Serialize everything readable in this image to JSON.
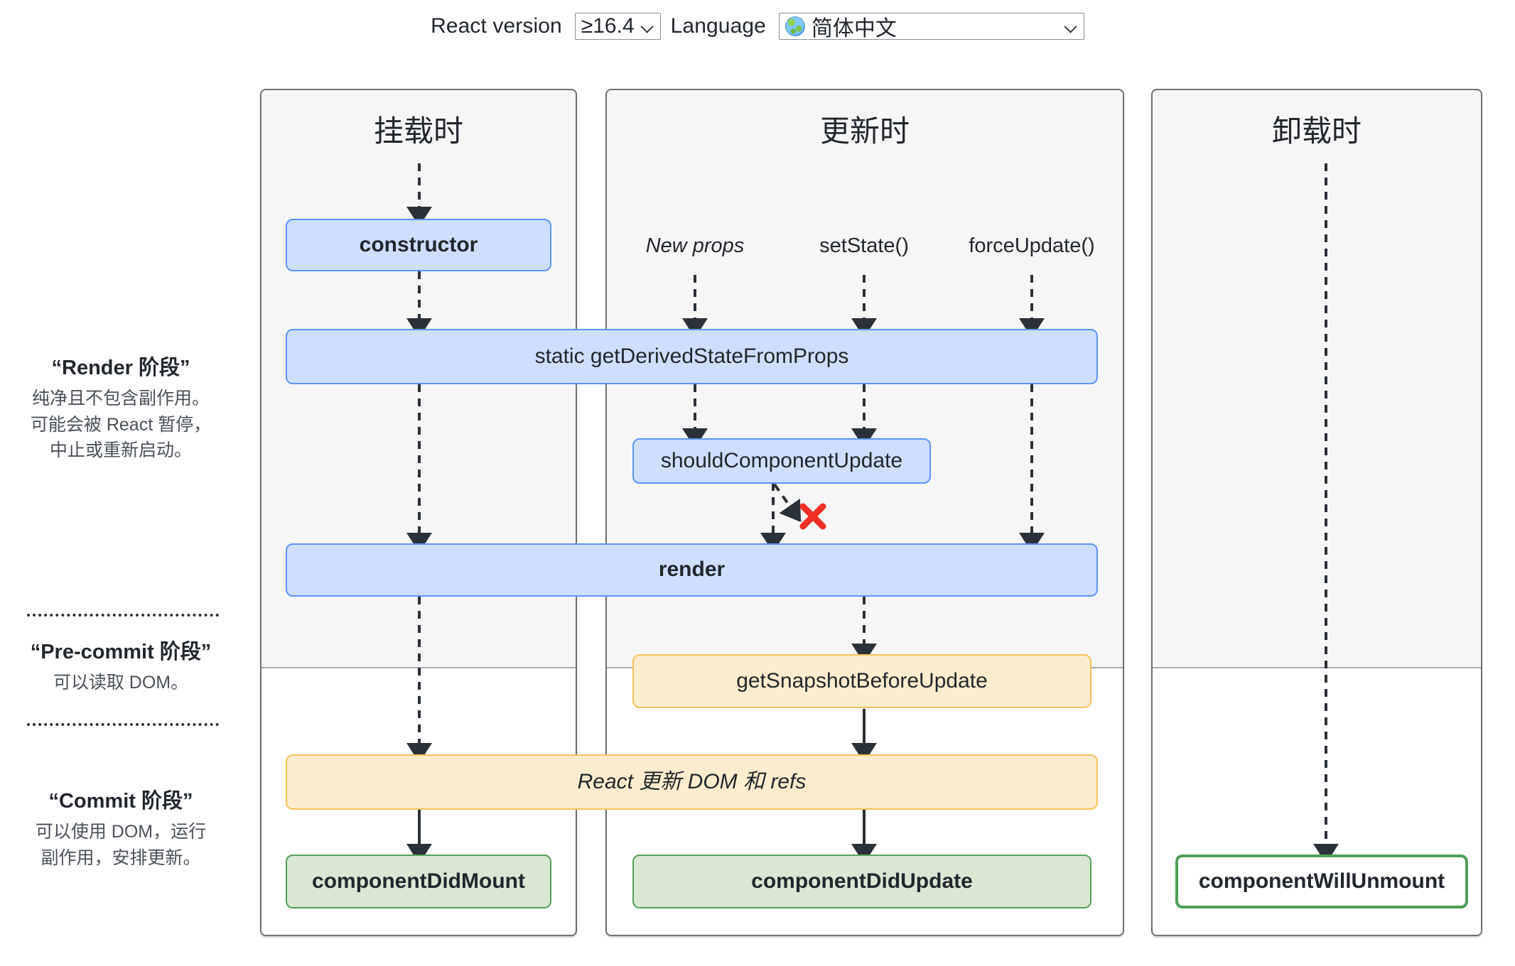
{
  "controls": {
    "version_label": "React version",
    "version_value": "≥16.4",
    "language_label": "Language",
    "language_value": "简体中文",
    "globe_icon": "globe-icon",
    "chevron_icon": "chevron-down-icon"
  },
  "legend": [
    {
      "title": "“Render 阶段”",
      "desc": "纯净且不包含副作用。可能会被 React 暂停，中止或重新启动。"
    },
    {
      "title": "“Pre-commit 阶段”",
      "desc": "可以读取 DOM。"
    },
    {
      "title": "“Commit 阶段”",
      "desc": "可以使用 DOM，运行副作用，安排更新。"
    }
  ],
  "panels": [
    {
      "title": "挂载时"
    },
    {
      "title": "更新时"
    },
    {
      "title": "卸载时"
    }
  ],
  "mount": {
    "constructor": "constructor",
    "did_mount": "componentDidMount"
  },
  "update": {
    "triggers": [
      "New props",
      "setState()",
      "forceUpdate()"
    ],
    "should_component_update": "shouldComponentUpdate",
    "get_snapshot_before_update": "getSnapshotBeforeUpdate",
    "did_update": "componentDidUpdate",
    "skip_icon": "red-x-icon"
  },
  "unmount": {
    "will_unmount": "componentWillUnmount"
  },
  "shared": {
    "get_derived_state_from_props": "static getDerivedStateFromProps",
    "render": "render",
    "react_updates_dom": "React 更新 DOM 和 refs"
  },
  "colors": {
    "blue_fill": "#cfdeff",
    "blue_border": "#5c94ff",
    "orange_fill": "#fdeccd",
    "orange_border": "#f5c359",
    "green_fill": "#d9e7d3",
    "green_border": "#4f9f55",
    "panel_bg": "#f6f6f6",
    "panel_border": "#6d7278",
    "x_red": "#ef2f23",
    "arrow": "#2b3138"
  }
}
